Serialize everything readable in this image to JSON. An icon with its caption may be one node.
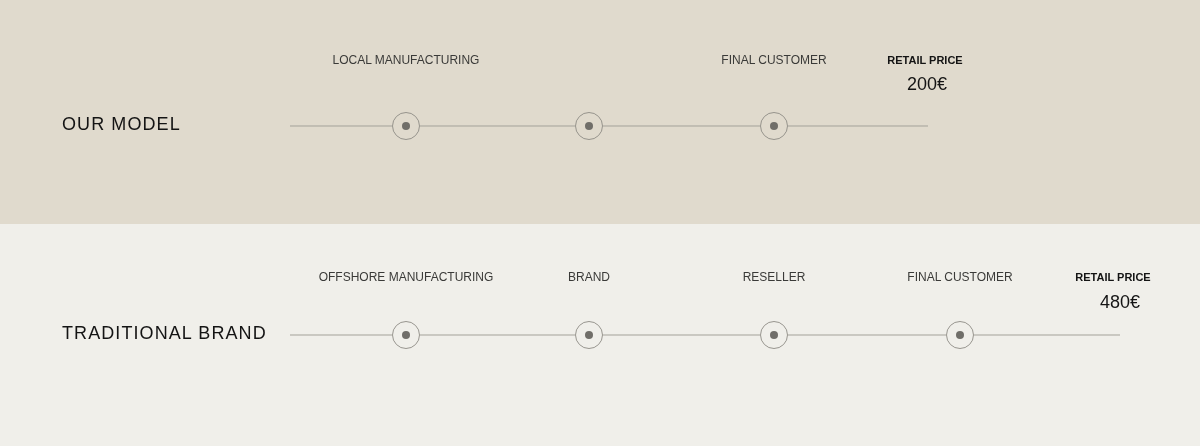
{
  "diagram": {
    "nodes": [
      {
        "text": [
          "OUR MODEL",
          "RETAIL PRICE",
          "200€"
        ]
      },
      {
        "text": [],
        "shape": "circle",
        "in": 0
      },
      {
        "text": [],
        "shape": "circle",
        "in": 0
      },
      {
        "text": [],
        "shape": "circle",
        "in": 0
      },
      {
        "text": [
          "TRADITIONAL BRAND",
          "RETAIL PRICE",
          "480€"
        ]
      },
      {
        "text": [],
        "shape": "circle",
        "in": 4,
        "beside": [
          "OFFSHORE MANUFACTURING"
        ]
      },
      {
        "text": [],
        "shape": "circle",
        "in": 4,
        "beside": [
          "BRAND"
        ]
      },
      {
        "text": [],
        "shape": "circle",
        "in": 4,
        "beside": [
          "RESELLER"
        ]
      },
      {
        "text": [],
        "shape": "circle",
        "in": 4,
        "beside": [
          "FINAL CUSTOMER"
        ]
      }
    ],
    "edges": [
      {
        "from": null,
        "to": 1,
        "arrow": "none"
      },
      {
        "from": 1,
        "to": 2,
        "arrow": "none"
      },
      {
        "from": 2,
        "to": 3,
        "arrow": "none"
      },
      {
        "from": 3,
        "to": null,
        "arrow": "none"
      },
      {
        "from": null,
        "to": 5,
        "arrow": "none"
      },
      {
        "from": 5,
        "to": 6,
        "arrow": "none"
      },
      {
        "from": 6,
        "to": 7,
        "arrow": "none"
      },
      {
        "from": 7,
        "to": 8,
        "arrow": "none"
      },
      {
        "from": 8,
        "to": null,
        "arrow": "none"
      }
    ],
    "labels": [
      "LOCAL MANUFACTURING",
      "FINAL CUSTOMER"
    ]
  }
}
